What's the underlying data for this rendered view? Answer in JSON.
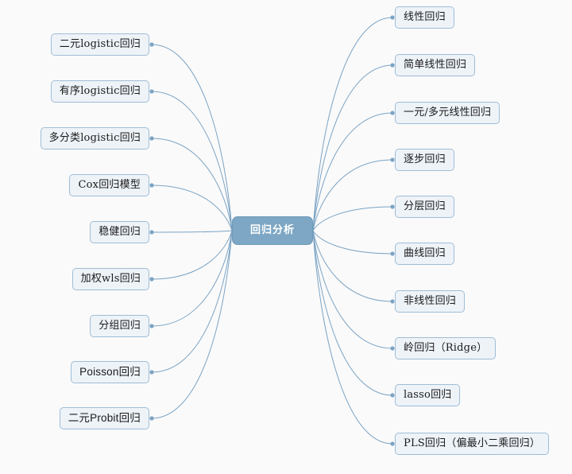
{
  "diagram": {
    "type": "mind-map",
    "title": "回归分析",
    "background_color": "#fafafa",
    "center": {
      "label": "回归分析",
      "fill": "#7da7c4",
      "text_color": "#ffffff"
    },
    "node_style": {
      "fill": "#eef3f8",
      "border": "#9fbdd6",
      "connector": "#7ba3c4"
    },
    "left_branches": [
      {
        "label": "二元logistic回归"
      },
      {
        "label": "有序logistic回归"
      },
      {
        "label": "多分类logistic回归"
      },
      {
        "label": "Cox回归模型"
      },
      {
        "label": "稳健回归"
      },
      {
        "label": "加权wls回归"
      },
      {
        "label": "分组回归"
      },
      {
        "label": "Poisson回归"
      },
      {
        "label": "二元Probit回归"
      }
    ],
    "right_branches": [
      {
        "label": "线性回归"
      },
      {
        "label": "简单线性回归"
      },
      {
        "label": "一元/多元线性回归"
      },
      {
        "label": "逐步回归"
      },
      {
        "label": "分层回归"
      },
      {
        "label": "曲线回归"
      },
      {
        "label": "非线性回归"
      },
      {
        "label": "岭回归（Ridge）"
      },
      {
        "label": "lasso回归"
      },
      {
        "label": "PLS回归（偏最小二乘回归）"
      }
    ]
  }
}
